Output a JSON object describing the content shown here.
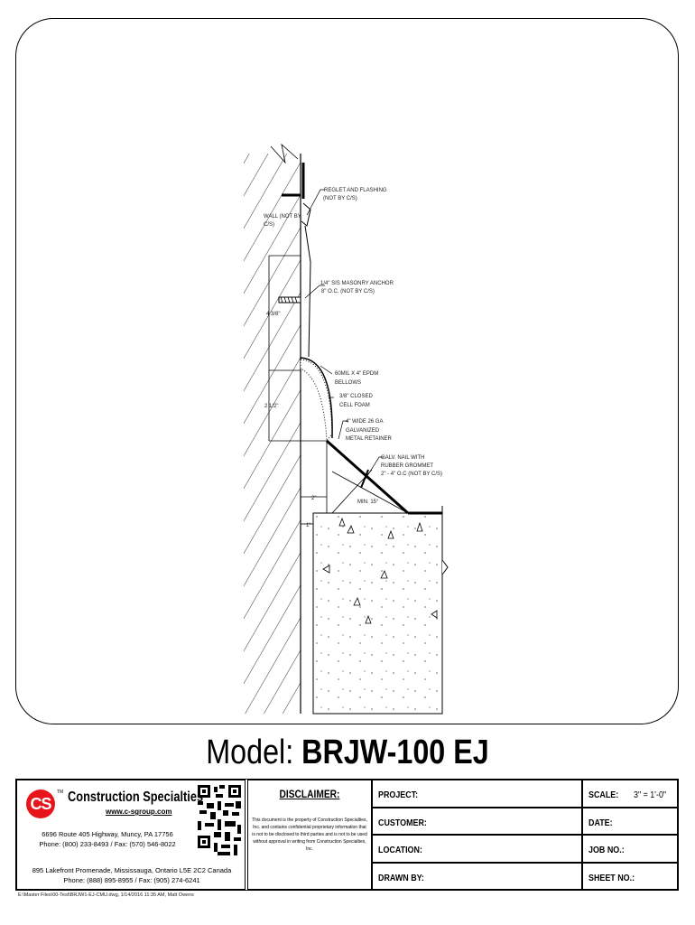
{
  "drawing": {
    "labels": {
      "reglet_1": "REGLET AND FLASHING",
      "reglet_2": "(NOT BY C/S)",
      "wall_1": "WALL (NOT BY",
      "wall_2": "C/S)",
      "anchor_1": "1/4\" SIS MASONRY ANCHOR",
      "anchor_2": "8\" O.C. (NOT BY C/S)",
      "dim_438": "4 3/8\"",
      "bellows_1": "60MIL X 4\" EPDM",
      "bellows_2": "BELLOWS",
      "foam_1": "3/8\" CLOSED",
      "foam_2": "CELL FOAM",
      "ret_1": "4\" WIDE 26 GA",
      "ret_2": "GALVANIZED",
      "ret_3": "METAL RETAINER",
      "dim_212": "2 1/2\"",
      "nail_1": "GALV. NAIL WITH",
      "nail_2": "RUBBER GROMMET",
      "nail_3": "2\" - 4\" O.C (NOT BY C/S)",
      "min": "MIN. 15°",
      "dim_2": "2\"",
      "dim_1": "1\""
    }
  },
  "model": {
    "prefix": "Model: ",
    "name": "BRJW-100 EJ"
  },
  "company": {
    "logo": "CS",
    "tm": "TM",
    "name": "Construction Specialties",
    "website": "www.c-sgroup.com",
    "us_address": "6696 Route 405 Highway, Muncy, PA  17756",
    "us_phone": "Phone: (800) 233-8493 / Fax: (570) 546-8022",
    "ca_address": "895 Lakefront Promenade, Mississauga, Ontario L5E 2C2 Canada",
    "ca_phone": "Phone: (888) 895-8955 / Fax: (905) 274-6241"
  },
  "disclaimer": {
    "title": "DISCLAIMER:",
    "text": "This document is the property of Construction Specialties, Inc. and contains confidential proprietary information that is not to be disclosed to third parties and is not to be used without approval in writing from Construction Specialties, Inc."
  },
  "fields": {
    "project": "PROJECT:",
    "customer": "CUSTOMER:",
    "location": "LOCATION:",
    "drawn_by": "DRAWN BY:",
    "scale": "SCALE:",
    "scale_value": "3\" = 1'-0\"",
    "date": "DATE:",
    "job_no": "JOB NO.:",
    "sheet_no": "SHEET NO.:"
  },
  "file_path": "E:\\Master Files\\00-Test\\BRJW1-EJ-CMU.dwg, 1/14/2016 11:35 AM, Matt Owens"
}
